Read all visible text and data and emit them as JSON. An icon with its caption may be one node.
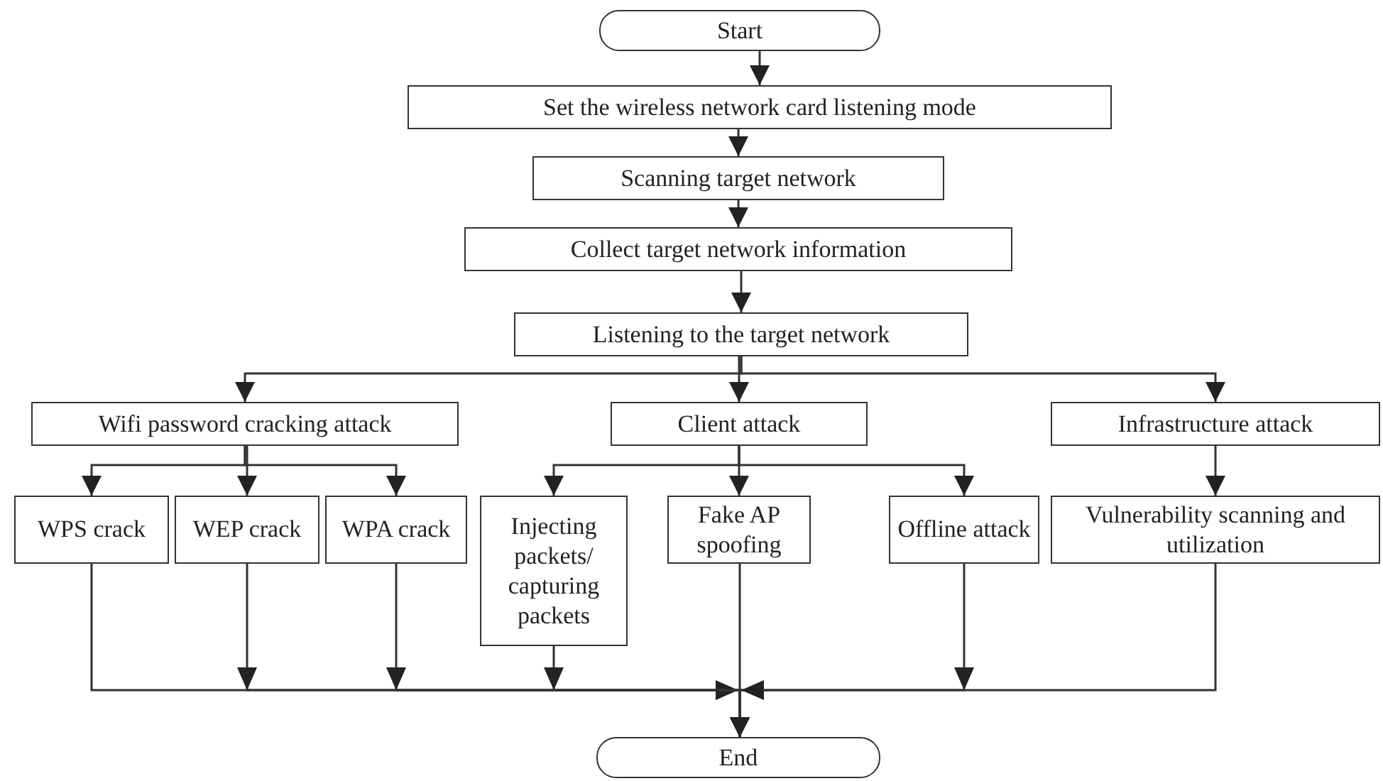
{
  "diagram": {
    "nodes": [
      {
        "text": [
          "Start"
        ]
      },
      {
        "text": [
          "Set the wireless network card listening mode"
        ]
      },
      {
        "text": [
          "Scanning target network"
        ]
      },
      {
        "text": [
          "Collect target network information"
        ]
      },
      {
        "text": [
          "Listening to the target network"
        ]
      },
      {
        "text": [
          "Wifi password cracking attack"
        ]
      },
      {
        "text": [
          "Client attack"
        ]
      },
      {
        "text": [
          "Infrastructure attack"
        ]
      },
      {
        "text": [
          "WPS crack"
        ]
      },
      {
        "text": [
          "WEP crack"
        ]
      },
      {
        "text": [
          "WPA crack"
        ]
      },
      {
        "text": [
          "Injecting packets/ capturing packets"
        ]
      },
      {
        "text": [
          "Fake AP spoofing"
        ]
      },
      {
        "text": [
          "Offline attack"
        ]
      },
      {
        "text": [
          "Vulnerability scanning and utilization"
        ]
      },
      {
        "text": [
          "End"
        ]
      }
    ],
    "edges": [
      {
        "from": 0,
        "to": 1,
        "arrow": "to"
      },
      {
        "from": 1,
        "to": 2,
        "arrow": "to"
      },
      {
        "from": 2,
        "to": 3,
        "arrow": "to"
      },
      {
        "from": 3,
        "to": 4,
        "arrow": "to"
      },
      {
        "from": 4,
        "to": 5,
        "arrow": "to"
      },
      {
        "from": 4,
        "to": 6,
        "arrow": "to"
      },
      {
        "from": 4,
        "to": 7,
        "arrow": "to"
      },
      {
        "from": 5,
        "to": 8,
        "arrow": "to"
      },
      {
        "from": 5,
        "to": 9,
        "arrow": "to"
      },
      {
        "from": 5,
        "to": 10,
        "arrow": "to"
      },
      {
        "from": 6,
        "to": 11,
        "arrow": "to"
      },
      {
        "from": 6,
        "to": 12,
        "arrow": "to"
      },
      {
        "from": 6,
        "to": 13,
        "arrow": "to"
      },
      {
        "from": 7,
        "to": 14,
        "arrow": "to"
      },
      {
        "from": 8,
        "to": 15,
        "arrow": "to"
      },
      {
        "from": 9,
        "to": 15,
        "arrow": "to"
      },
      {
        "from": 10,
        "to": 15,
        "arrow": "to"
      },
      {
        "from": 11,
        "to": 15,
        "arrow": "to"
      },
      {
        "from": 12,
        "to": 15,
        "arrow": "to"
      },
      {
        "from": 13,
        "to": 15,
        "arrow": "to"
      },
      {
        "from": 14,
        "to": 15,
        "arrow": "to"
      }
    ]
  }
}
